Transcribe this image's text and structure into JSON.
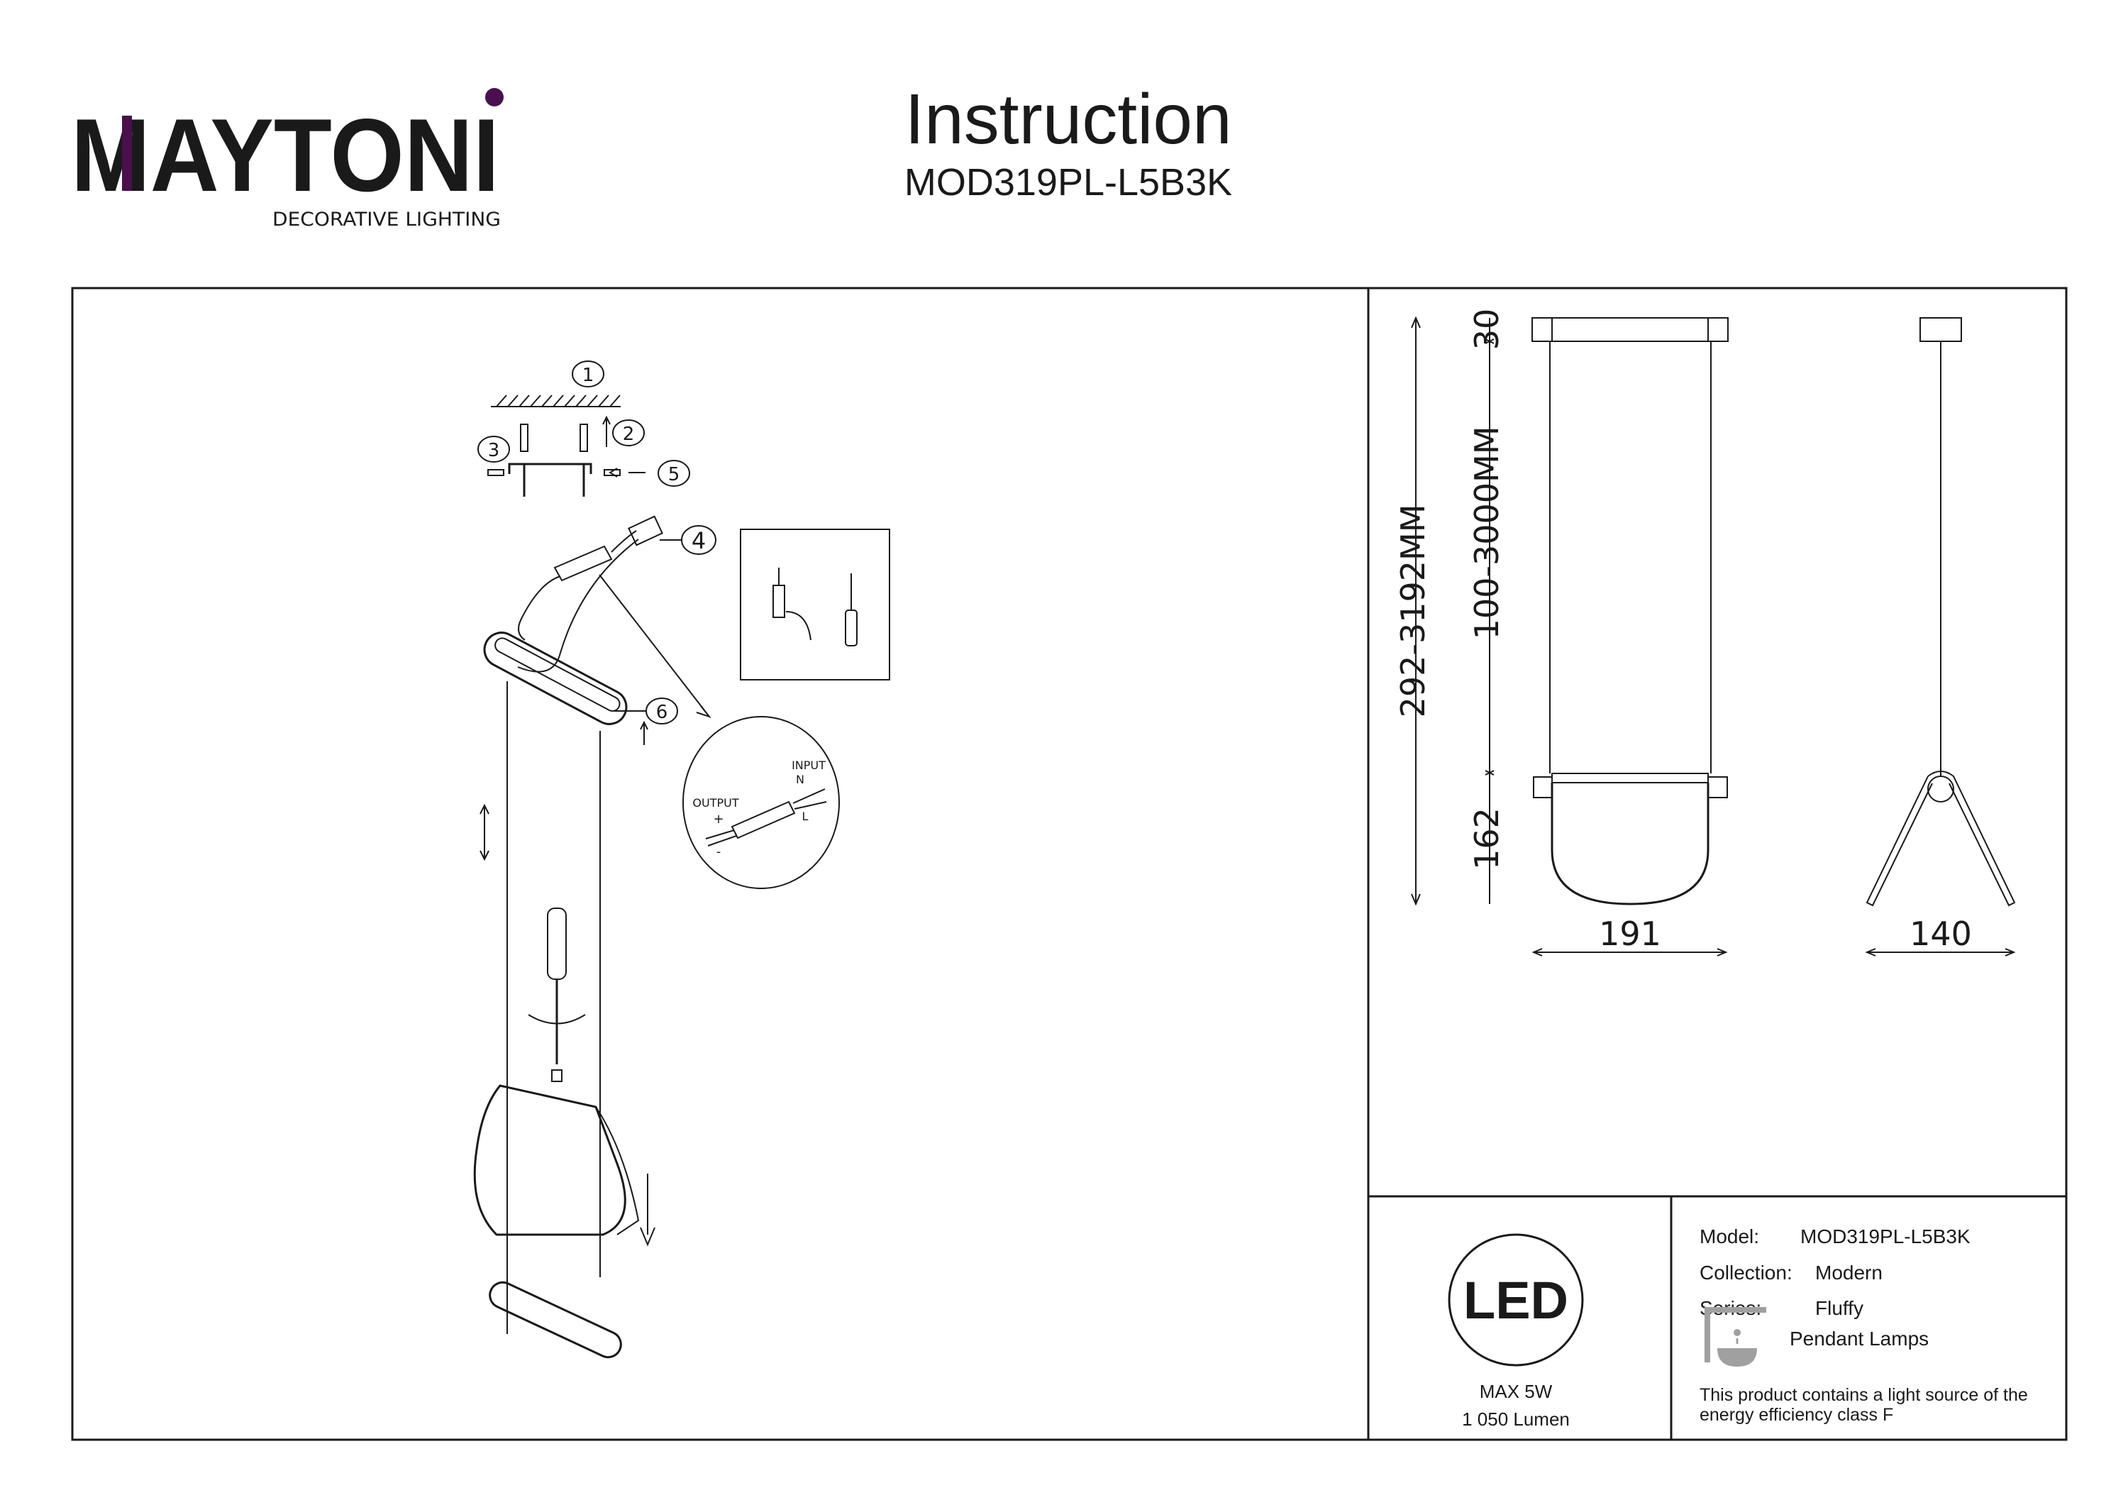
{
  "brand": {
    "logo_text": "MAYTONI",
    "tagline": "DECORATIVE LIGHTING",
    "accent_color": "#4a0f4f"
  },
  "header": {
    "title": "Instruction",
    "model": "MOD319PL-L5B3K"
  },
  "assembly": {
    "steps": [
      "1",
      "2",
      "3",
      "4",
      "5",
      "6"
    ],
    "wiring": {
      "input_label": "INPUT",
      "neutral": "N",
      "live": "L",
      "output_label": "OUTPUT",
      "plus": "+",
      "minus": "-"
    },
    "tools": [
      "drill-icon",
      "screwdriver-icon"
    ]
  },
  "dimensions": {
    "total_height": "292-3192MM",
    "cable_length": "100-3000MM",
    "canopy_height": "30",
    "shade_height": "162",
    "front_width": "191",
    "side_width": "140"
  },
  "energy": {
    "led_badge": "LED",
    "max_power": "MAX 5W",
    "lumen": "1 050 Lumen"
  },
  "specs": {
    "model_label": "Model:",
    "model_value": "MOD319PL-L5B3K",
    "collection_label": "Collection:",
    "collection_value": "Modern",
    "series_label": "Series:",
    "series_value": "Fluffy",
    "category": "Pendant Lamps",
    "category_icon": "pendant-lamp-icon",
    "energy_note_line1": "This product contains a light source of the",
    "energy_note_line2": "energy efficiency class F"
  }
}
